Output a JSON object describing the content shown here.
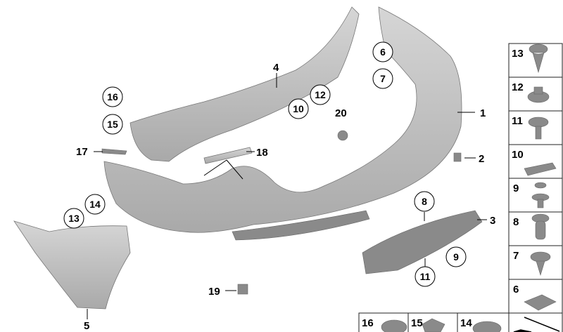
{
  "diagram": {
    "callouts": {
      "p1": "1",
      "p2": "2",
      "p3": "3",
      "p4": "4",
      "p5": "5",
      "p6": "6",
      "p7": "7",
      "p8": "8",
      "p9": "9",
      "p10": "10",
      "p11": "11",
      "p12": "12",
      "p13": "13",
      "p14": "14",
      "p15": "15",
      "p16": "16",
      "p17": "17",
      "p18": "18",
      "p19": "19",
      "p20": "20"
    },
    "fastener_column": [
      "13",
      "12",
      "11",
      "10",
      "9",
      "8",
      "7",
      "6"
    ],
    "fastener_row": [
      "16",
      "15",
      "14"
    ],
    "colors": {
      "part_light": "#c8c8c8",
      "part_dark": "#8a8a8a",
      "line": "#000000"
    }
  }
}
